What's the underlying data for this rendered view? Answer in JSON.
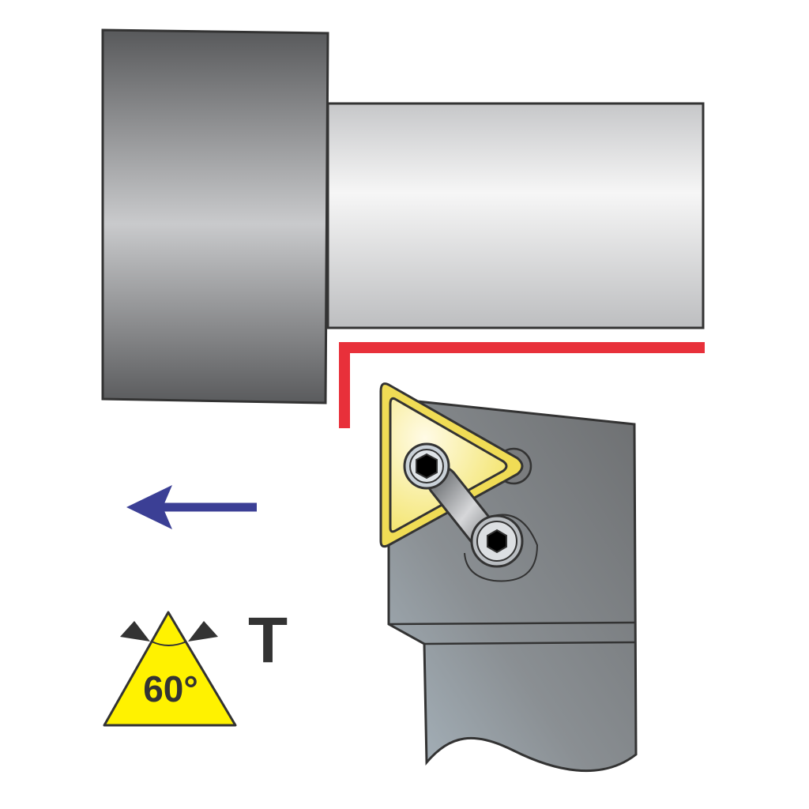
{
  "symbol": {
    "angle_label": "60°",
    "shape_code": "T"
  },
  "colors": {
    "cut_path": "#e8303a",
    "feed_arrow": "#3b3f95",
    "insert": "#f3e46a",
    "symbol_fill": "#fff200",
    "outline": "#333333"
  },
  "icons": [
    "workpiece",
    "tool-holder",
    "triangular-insert",
    "clamp-screw",
    "feed-direction-arrow",
    "insert-angle-symbol"
  ]
}
